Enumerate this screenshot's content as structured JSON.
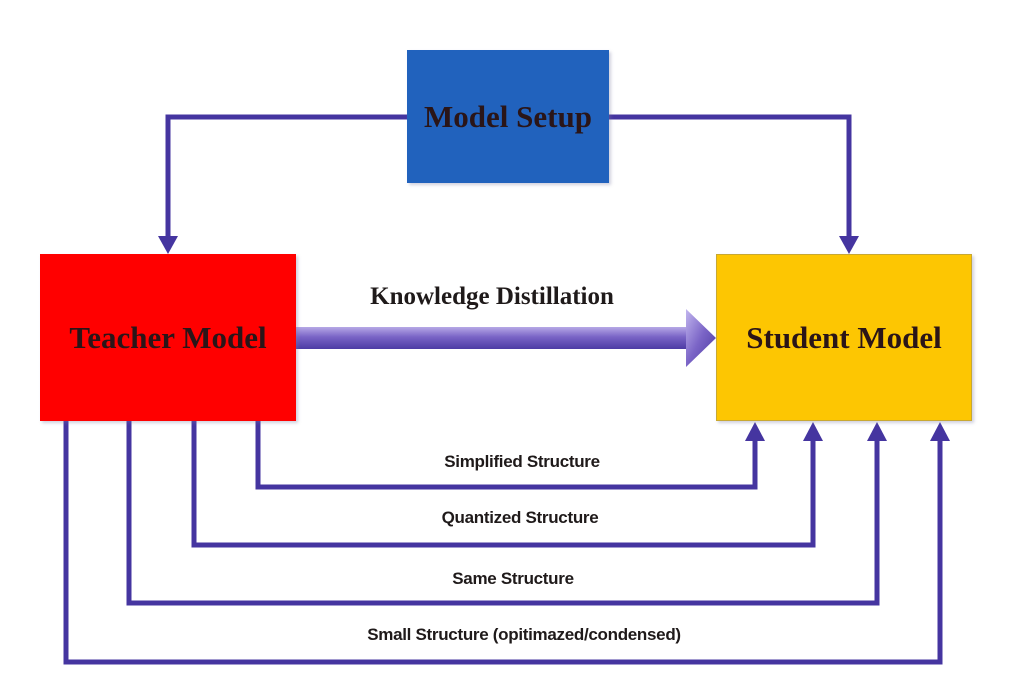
{
  "nodes": {
    "setup": {
      "label": "Model Setup",
      "color": "#2162bd"
    },
    "teacher": {
      "label": "Teacher Model",
      "color": "#ff0000"
    },
    "student": {
      "label": "Student Model",
      "color": "#fdc602"
    }
  },
  "main_arrow": {
    "label": "Knowledge Distillation",
    "from": "Teacher Model",
    "to": "Student Model",
    "color": "#6a55b8"
  },
  "connector_color": "#4535a0",
  "setup_edges": [
    {
      "from": "Model Setup",
      "to": "Teacher Model"
    },
    {
      "from": "Model Setup",
      "to": "Student Model"
    }
  ],
  "structure_edges": [
    {
      "label": "Simplified Structure",
      "from": "Teacher Model",
      "to": "Student Model"
    },
    {
      "label": "Quantized Structure",
      "from": "Teacher Model",
      "to": "Student Model"
    },
    {
      "label": "Same Structure",
      "from": "Teacher Model",
      "to": "Student Model"
    },
    {
      "label": "Small Structure (opitimazed/condensed)",
      "from": "Teacher Model",
      "to": "Student Model"
    }
  ]
}
